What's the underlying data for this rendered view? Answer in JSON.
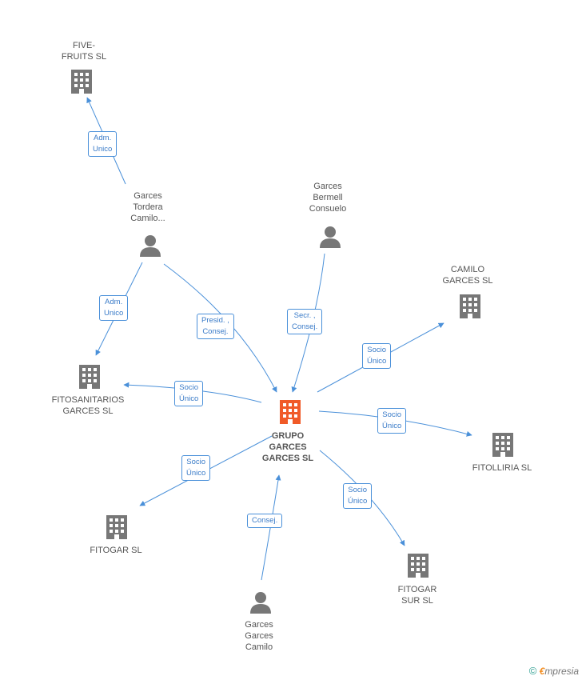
{
  "colors": {
    "edge": "#4a90d9",
    "company": "#777777",
    "center": "#f05a28",
    "person": "#777777"
  },
  "nodes": {
    "center": {
      "label": "GRUPO\nGARCES\nGARCES  SL",
      "icon": "building-icon"
    },
    "five_fruits": {
      "label": "FIVE-\nFRUITS SL",
      "icon": "building-icon"
    },
    "garces_tordera": {
      "label": "Garces\nTordera\nCamilo...",
      "icon": "person-icon"
    },
    "garces_bermell": {
      "label": "Garces\nBermell\nConsuelo",
      "icon": "person-icon"
    },
    "camilo_garces": {
      "label": "CAMILO\nGARCES SL",
      "icon": "building-icon"
    },
    "fitosanitarios": {
      "label": "FITOSANITARIOS\nGARCES SL",
      "icon": "building-icon"
    },
    "fitolliria": {
      "label": "FITOLLIRIA SL",
      "icon": "building-icon"
    },
    "fitogar": {
      "label": "FITOGAR SL",
      "icon": "building-icon"
    },
    "fitogar_sur": {
      "label": "FITOGAR\nSUR SL",
      "icon": "building-icon"
    },
    "garces_camilo": {
      "label": "Garces\nGarces\nCamilo",
      "icon": "person-icon"
    }
  },
  "roles": {
    "adm_five": "Adm.\nUnico",
    "adm_fito": "Adm.\nUnico",
    "presid": "Presid. ,\nConsej.",
    "secr": "Secr. ,\nConsej.",
    "socio_camilo": "Socio\nÚnico",
    "socio_fitosan": "Socio\nÚnico",
    "socio_fitolliria": "Socio\nÚnico",
    "socio_fitogar": "Socio\nÚnico",
    "socio_fitogar_sur": "Socio\nÚnico",
    "consej": "Consej."
  },
  "footer": {
    "copyright": "©",
    "brand_e": "€",
    "brand_rest": "mpresia"
  }
}
